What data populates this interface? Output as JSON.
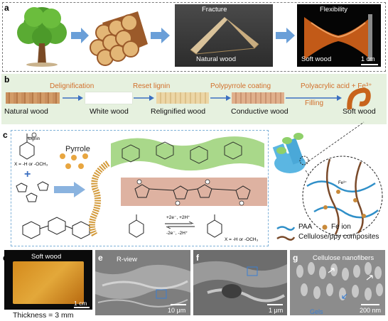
{
  "panel_labels": {
    "a": "a",
    "b": "b",
    "c": "c",
    "d": "d",
    "e": "e",
    "f": "f",
    "g": "g"
  },
  "panel_a": {
    "fracture": "Fracture",
    "natural_wood": "Natural wood",
    "flexibility": "Flexibility",
    "soft_wood": "Soft wood",
    "scale": "1 cm"
  },
  "panel_b": {
    "steps": [
      "Delignification",
      "Reset lignin",
      "Polypyrrole coating",
      "Polyacrylic acid + Fe³⁺",
      "Filling"
    ],
    "stages": [
      "Natural wood",
      "White wood",
      "Relignified wood",
      "Conductive wood",
      "Soft wood"
    ]
  },
  "panel_c": {
    "lignin": "Lignin",
    "x_def": "X = -H or -OCH₃",
    "x_def2": "X = -H or -OCH₃",
    "pyrrole": "Pyrrole",
    "redox_top": "+2e⁻, +2H⁺",
    "redox_bottom": "-2e⁻, -2H⁺",
    "legend": [
      {
        "label": "PAA",
        "color": "#2f8fc8"
      },
      {
        "label": "Fe ion",
        "color": "#c98a3a"
      },
      {
        "label": "Cellulose/ppy composites",
        "color": "#7a4a2a"
      }
    ],
    "fe_label": "Fe³⁺"
  },
  "panel_d": {
    "title": "Soft wood",
    "scale": "1 cm",
    "thickness": "Thickness = 3 mm"
  },
  "panel_e": {
    "title": "R-view",
    "scale": "10 μm"
  },
  "panel_f": {
    "scale": "1 μm"
  },
  "panel_g": {
    "title": "Cellulose nanofibers",
    "gels": "Gels",
    "scale": "200 nm"
  }
}
